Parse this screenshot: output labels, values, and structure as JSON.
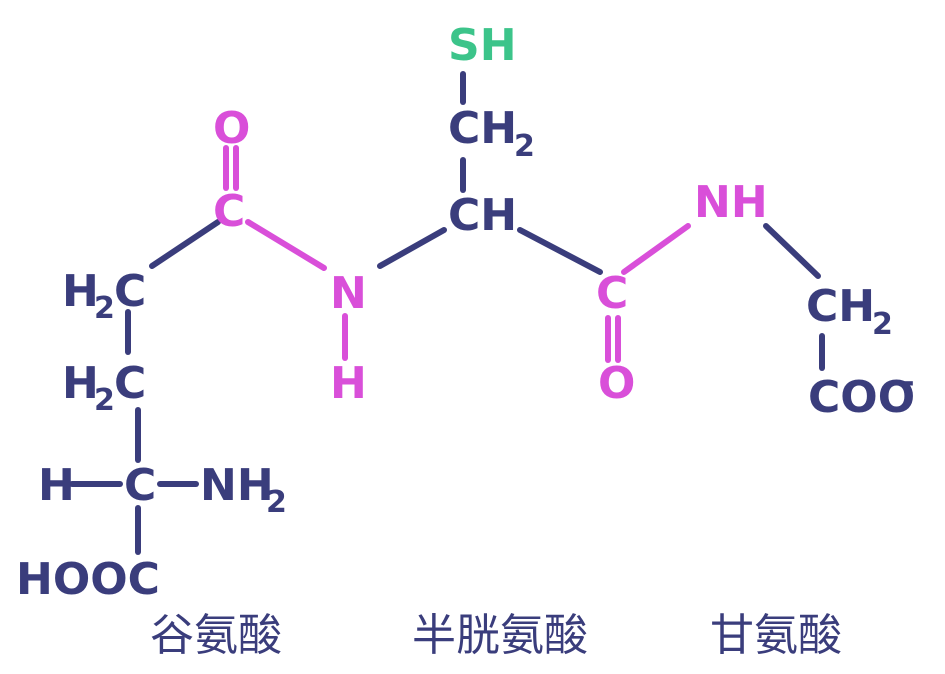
{
  "colors": {
    "backbone": "#3a3d7c",
    "amide": "#d94fd9",
    "thiol": "#3cc48a",
    "label": "#3a3d7c"
  },
  "atoms": {
    "sh": "SH",
    "ch2_cys_main": "CH",
    "ch2_cys_sub": "2",
    "o_top": "O",
    "c_top": "C",
    "ch_cys": "CH",
    "nh_gly": "NH",
    "h2c_1_sub": "2",
    "h2c_1_c": "C",
    "h2c_1_h": "H",
    "n_mid": "N",
    "c_right": "C",
    "ch2_gly_main": "CH",
    "ch2_gly_sub": "2",
    "h_bottom": "H",
    "h2c_2_h": "H",
    "h2c_2_sub": "2",
    "h2c_2_c": "C",
    "o_bottom": "O",
    "coo_main": "COO",
    "coo_sup": "-",
    "h_left": "H",
    "c_alpha": "C",
    "nh2_main": "NH",
    "nh2_sub": "2",
    "hooc": "HOOC"
  },
  "labels": {
    "glutamate": "谷氨酸",
    "cysteine": "半胱氨酸",
    "glycine": "甘氨酸"
  }
}
